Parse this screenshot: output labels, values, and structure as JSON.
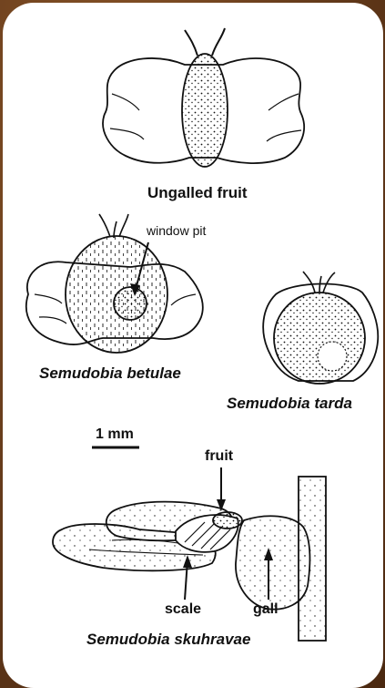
{
  "captions": {
    "ungalled": "Ungalled fruit",
    "betulae": "Semudobia betulae",
    "tarda": "Semudobia tarda",
    "skuhravae": "Semudobia skuhravae"
  },
  "annotations": {
    "window_pit": "window pit",
    "fruit": "fruit",
    "scale": "scale",
    "gall": "gall"
  },
  "scale_bar": {
    "label": "1 mm"
  },
  "colors": {
    "background": "#6b3f1d",
    "card": "#ffffff",
    "ink": "#111111"
  }
}
